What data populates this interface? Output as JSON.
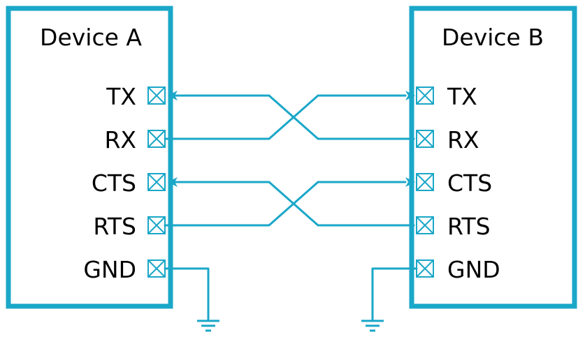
{
  "colors": {
    "accent": "#1aa7c8",
    "text": "#000000",
    "background": "#ffffff"
  },
  "device_a": {
    "title": "Device A",
    "pins": [
      "TX",
      "RX",
      "CTS",
      "RTS",
      "GND"
    ]
  },
  "device_b": {
    "title": "Device B",
    "pins": [
      "TX",
      "RX",
      "CTS",
      "RTS",
      "GND"
    ]
  },
  "icons": {
    "pin": "crossed-box-icon",
    "ground": "ground-symbol-icon",
    "arrow": "arrowhead-icon"
  }
}
